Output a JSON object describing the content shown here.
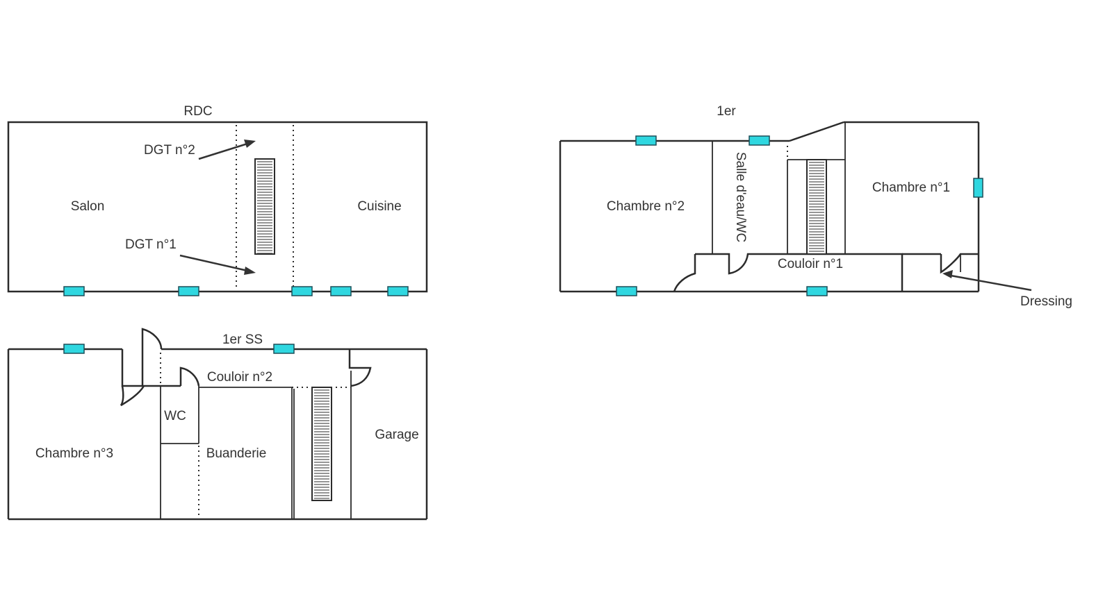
{
  "colors": {
    "wall": "#2b2b2b",
    "window": "#2fd7e0",
    "text": "#333333",
    "background": "#ffffff"
  },
  "floors": {
    "rdc": {
      "title": "RDC",
      "rooms": {
        "salon": "Salon",
        "cuisine": "Cuisine"
      },
      "annotations": {
        "dgt2": "DGT n°2",
        "dgt1": "DGT n°1"
      }
    },
    "etage1": {
      "title": "1er",
      "rooms": {
        "chambre2": "Chambre n°2",
        "salle_eau": "Salle d'eau/WC",
        "chambre1": "Chambre n°1",
        "couloir1": "Couloir n°1"
      },
      "annotations": {
        "dressing": "Dressing"
      }
    },
    "sous_sol": {
      "title": "1er SS",
      "rooms": {
        "couloir2": "Couloir n°2",
        "wc": "WC",
        "chambre3": "Chambre n°3",
        "buanderie": "Buanderie",
        "garage": "Garage"
      }
    }
  }
}
